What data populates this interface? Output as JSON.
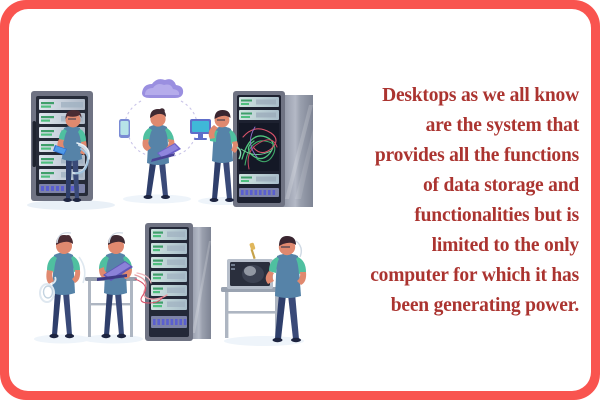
{
  "poster": {
    "border_color": "#f9544f",
    "background_color": "#ffffff",
    "text_color": "#ab3430"
  },
  "quote": {
    "full_text": "Desktops as we all know are the system that provides all the functions of data storage and functionalities but is limited to the only computer for which it has been generating power.",
    "alignment": "right",
    "lines": [
      "Desktops as we all know",
      "are the system that",
      "provides all the functions",
      "of data storage and",
      "functionalities but is",
      "limited to the only",
      "computer for which it has",
      "been generating power."
    ]
  },
  "illustration": {
    "title": "data-center-technicians-illustration",
    "palette": {
      "rack_frame": "#6f7383",
      "rack_frame_dark": "#3a3f4e",
      "rack_inner": "#2b2f3d",
      "server_unit": "#cfd6df",
      "server_unit_alt": "#b9c4d1",
      "indicator_green": "#4fbf7f",
      "indicator_teal": "#6ed3b6",
      "led_blue": "#5a5fd0",
      "skin": "#e0896f",
      "hair": "#4a2b33",
      "shirt": "#5683a8",
      "sleeve": "#4fc0a0",
      "pants": "#2f3f6b",
      "shoe": "#1d2440",
      "shadow": "#e6edf5",
      "cloud": "#9a8fe0",
      "device_screen": "#3fb8d8",
      "cable_green": "#52c77f",
      "cable_red": "#d9536a",
      "desk_metal": "#9aa3b1"
    },
    "scenes": [
      {
        "name": "scene-rack-cabling",
        "label": "Technician cabling a server rack",
        "figure_count": 1
      },
      {
        "name": "scene-cloud-computing",
        "label": "Technician with laptop connected to cloud, phone and monitor",
        "figure_count": 1
      },
      {
        "name": "scene-rack-tangled-cables",
        "label": "Technician beside rack with tangled cables",
        "figure_count": 1
      },
      {
        "name": "scene-coiled-cable",
        "label": "Technician holding a coiled cable",
        "figure_count": 1
      },
      {
        "name": "scene-standing-desk",
        "label": "Technician at standing desk with laptop wired to rack",
        "figure_count": 1
      },
      {
        "name": "scene-tower-repair",
        "label": "Technician repairing a computer tower on a table",
        "figure_count": 1
      }
    ]
  }
}
